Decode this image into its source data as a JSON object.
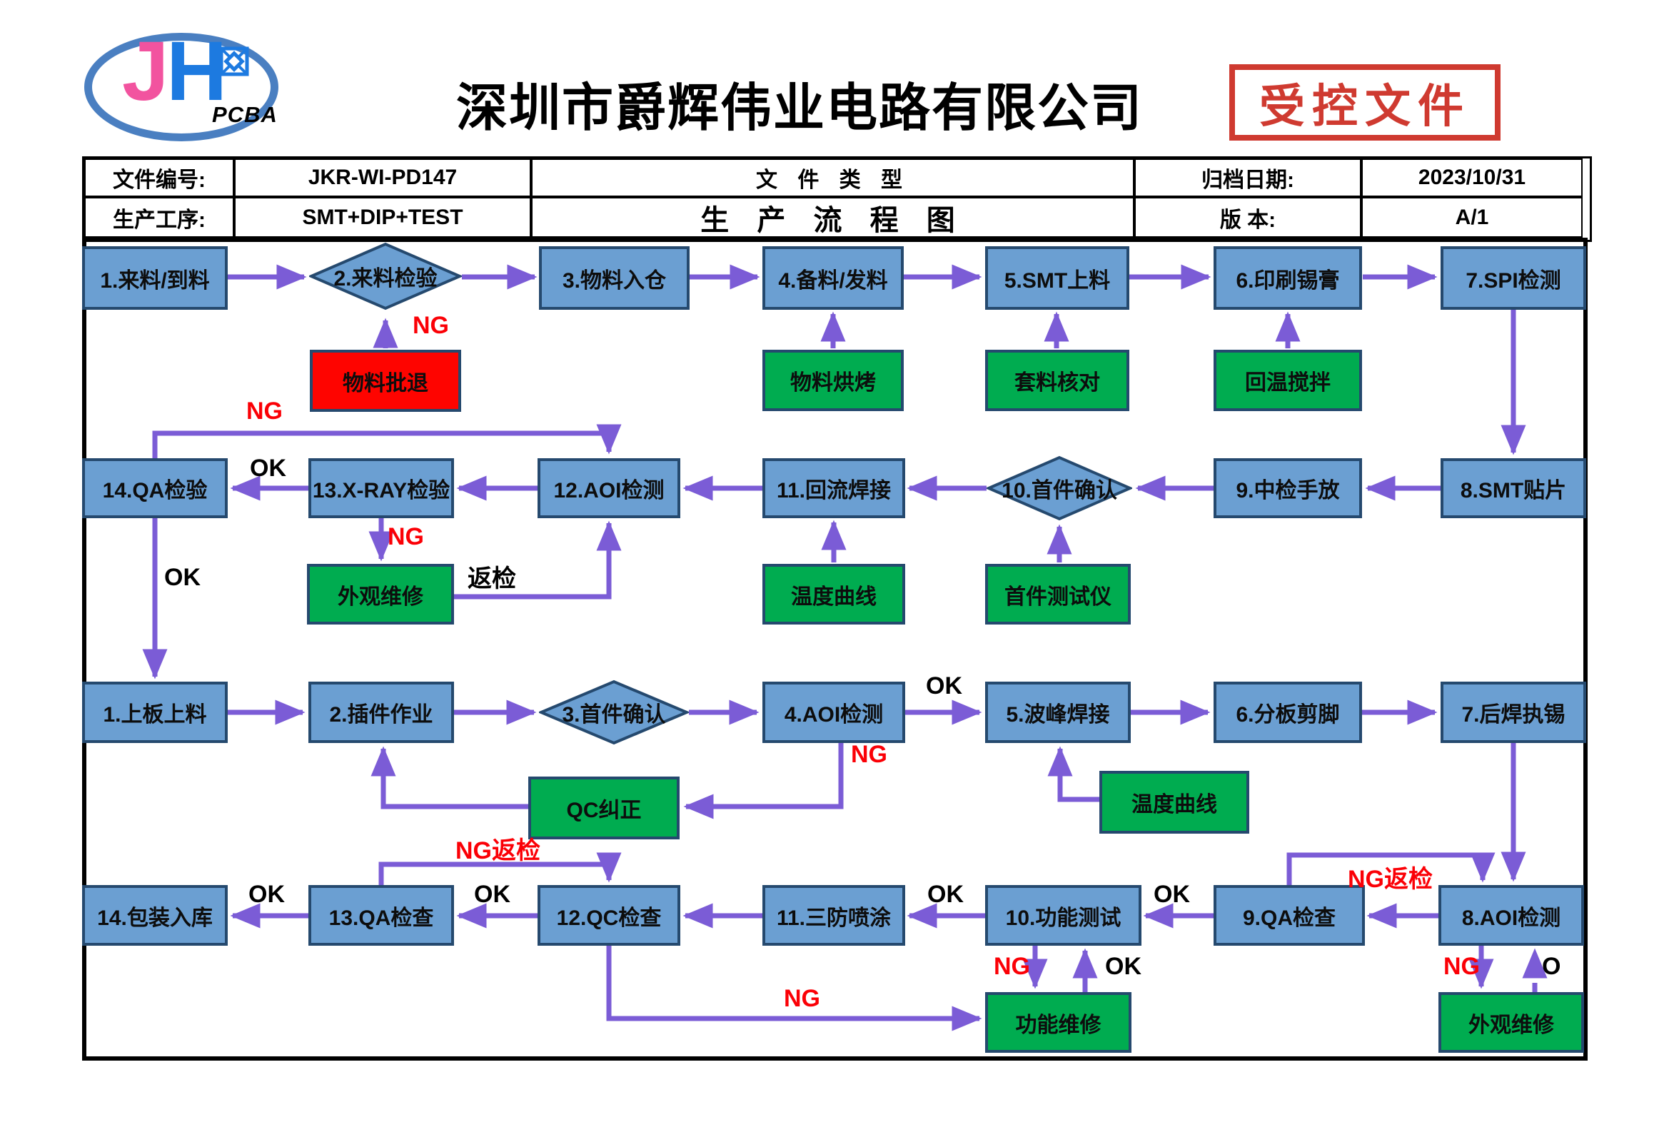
{
  "header": {
    "company": "深圳市爵辉伟业电路有限公司",
    "stamp": "受控文件",
    "logo": {
      "j": "J",
      "h": "H",
      "pcba": "PCBA"
    }
  },
  "doc_info": {
    "doc_no_label": "文件编号:",
    "doc_no": "JKR-WI-PD147",
    "doc_type_label": "文 件 类 型",
    "archive_label": "归档日期:",
    "archive_date": "2023/10/31",
    "process_label": "生产工序:",
    "process_value": "SMT+DIP+TEST",
    "flow_title": "生 产 流 程 图",
    "version_label": "版        本:",
    "version_value": "A/1"
  },
  "nodes": {
    "smt1": "1.来料/到料",
    "smt2": "2.来料检验",
    "smt3": "3.物料入仓",
    "smt4": "4.备料/发料",
    "smt5": "5.SMT上料",
    "smt6": "6.印刷锡膏",
    "smt7": "7.SPI检测",
    "smt8": "8.SMT贴片",
    "smt9": "9.中检手放",
    "smt10": "10.首件确认",
    "smt11": "11.回流焊接",
    "smt12": "12.AOI检测",
    "smt13": "13.X-RAY检验",
    "smt14": "14.QA检验",
    "mat_reject": "物料批退",
    "mat_bake": "物料烘烤",
    "kit_check": "套料核对",
    "paste_warm": "回温搅拌",
    "visual_repair_smt": "外观维修",
    "temp_curve_reflow": "温度曲线",
    "fai_tester": "首件测试仪",
    "dip1": "1.上板上料",
    "dip2": "2.插件作业",
    "dip3": "3.首件确认",
    "dip4": "4.AOI检测",
    "dip5": "5.波峰焊接",
    "dip6": "6.分板剪脚",
    "dip7": "7.后焊执锡",
    "dip8": "8.AOI检测",
    "dip9": "9.QA检查",
    "dip10": "10.功能测试",
    "dip11": "11.三防喷涂",
    "dip12": "12.QC检查",
    "dip13": "13.QA检查",
    "dip14": "14.包装入库",
    "qc_correct": "QC纠正",
    "temp_curve_wave": "温度曲线",
    "func_repair": "功能维修",
    "visual_repair_dip": "外观维修"
  },
  "labels": {
    "ng": "NG",
    "ok": "OK",
    "o": "O",
    "ng_recheck": "NG返检",
    "recheck": "返检"
  },
  "colors": {
    "process_fill": "#6b9fd2",
    "aux_fill": "#00ac50",
    "reject_fill": "#fe0400",
    "node_border": "#25496e",
    "arrow": "#7b5cd6",
    "ng_text": "#fb0006",
    "stamp_red": "#cf3a30",
    "logo_j": "#f2539f",
    "logo_h": "#1d7ae0",
    "logo_ring": "#4a7fc1"
  }
}
